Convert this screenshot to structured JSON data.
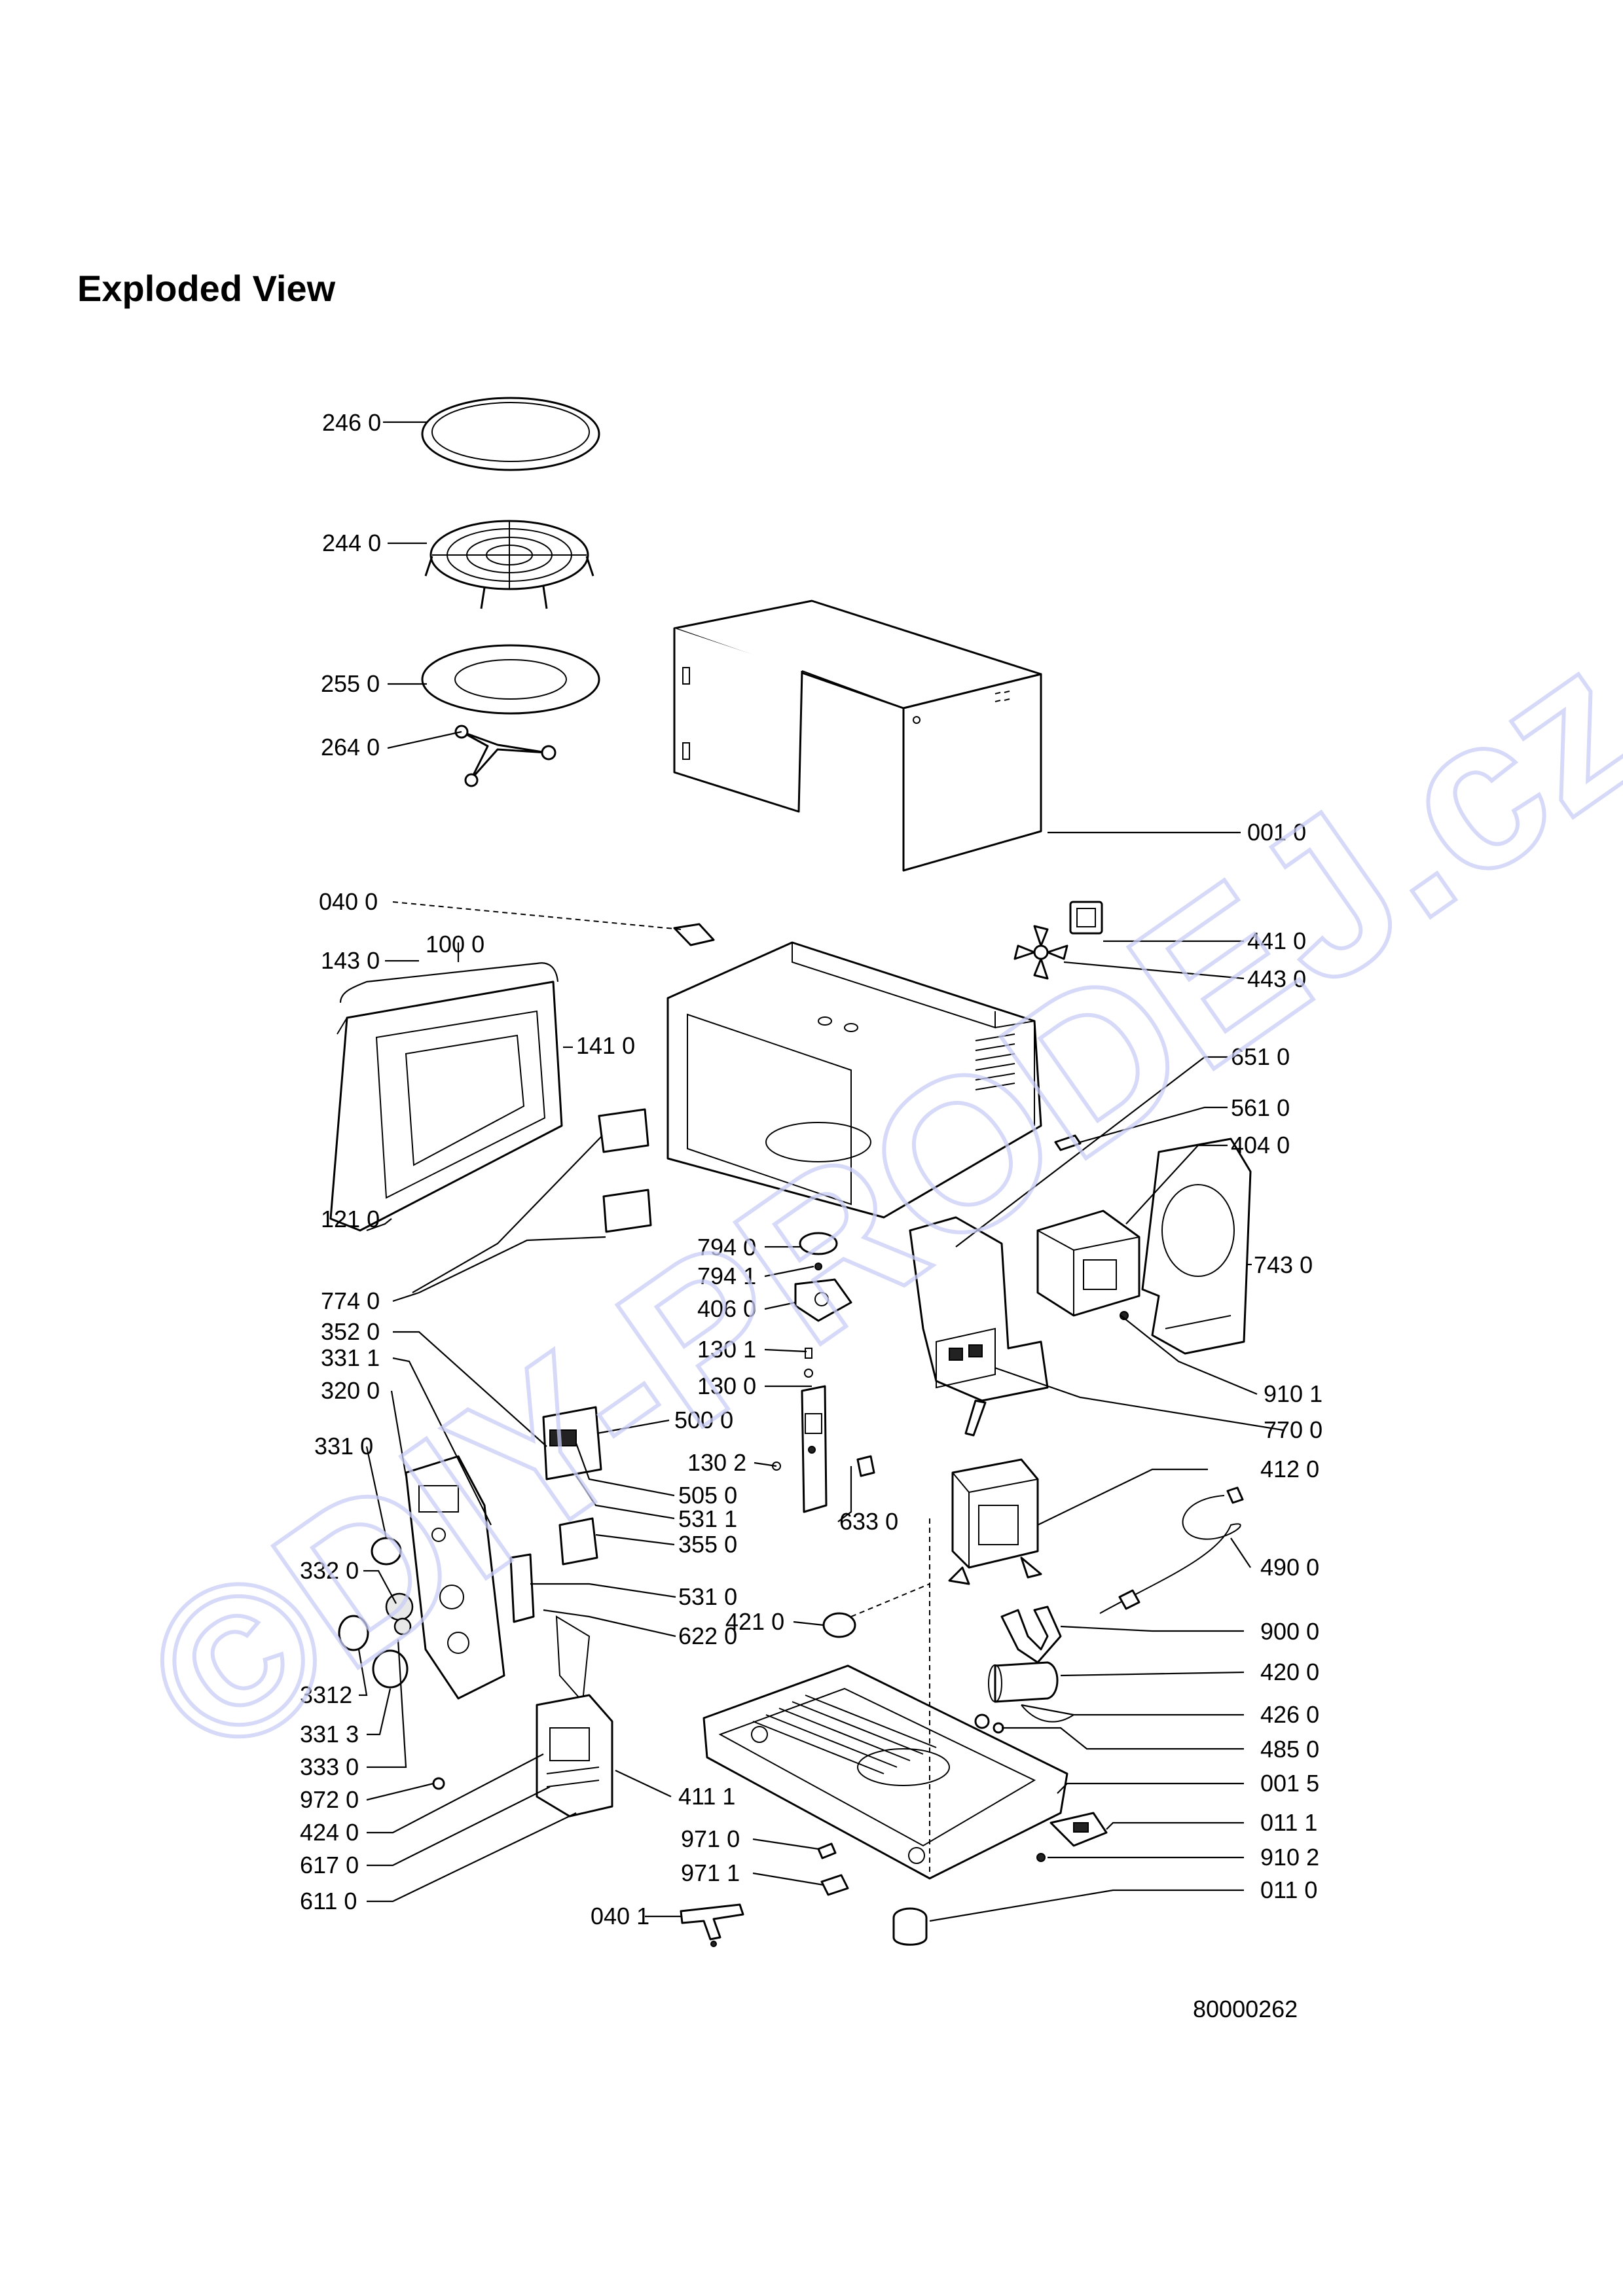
{
  "title": "Exploded View",
  "drawing_number": "80000262",
  "watermark": "©DIY-PRODEJ.cz",
  "colors": {
    "ink": "#000000",
    "watermark": "#c9cdf5",
    "background": "#ffffff"
  },
  "labels": {
    "l2460": "246  0",
    "l2440": "244 0",
    "l2550": "255 0",
    "l2640": "264 0",
    "l0010": "001 0",
    "l0400": "040 0",
    "l1430": "143 0",
    "l1000": "100 0",
    "l1410": "141 0",
    "l1210": "121 0",
    "l4410": "441 0",
    "l4430": "443 0",
    "l6510": "651 0",
    "l5610": "561 0",
    "l4040": "404 0",
    "l7430": "743 0",
    "l7740": "774 0",
    "l7940": "794 0",
    "l7941": "794 1",
    "l4060": "406 0",
    "l3520": "352 0",
    "l3311": "331 1",
    "l3200": "320 0",
    "l1301": "130 1",
    "l1300": "130 0",
    "l9101": "910 1",
    "l7700": "770 0",
    "l5000": "500 0",
    "l3310": "331 0",
    "l1302": "130 2",
    "l5050": "505 0",
    "l5311": "531 1",
    "l3550": "355 0",
    "l6330": "633 0",
    "l4120": "412 0",
    "l4900": "490 0",
    "l3320": "332 0",
    "l5310": "531 0",
    "l4210": "421 0",
    "l6220": "622 0",
    "l9000": "900 0",
    "l4200": "420 0",
    "l3312": "3312",
    "l4260": "426 0",
    "l3313": "331 3",
    "l4850": "485 0",
    "l3330": "333 0",
    "l9720": "972 0",
    "l4111": "411 1",
    "l0015": "001 5",
    "l9710": "971 0",
    "l0111": "011 1",
    "l4240": "424 0",
    "l6170": "617 0",
    "l9711": "971 1",
    "l9102": "910 2",
    "l6110": "611 0",
    "l0401": "040 1",
    "l0110": "011 0"
  }
}
